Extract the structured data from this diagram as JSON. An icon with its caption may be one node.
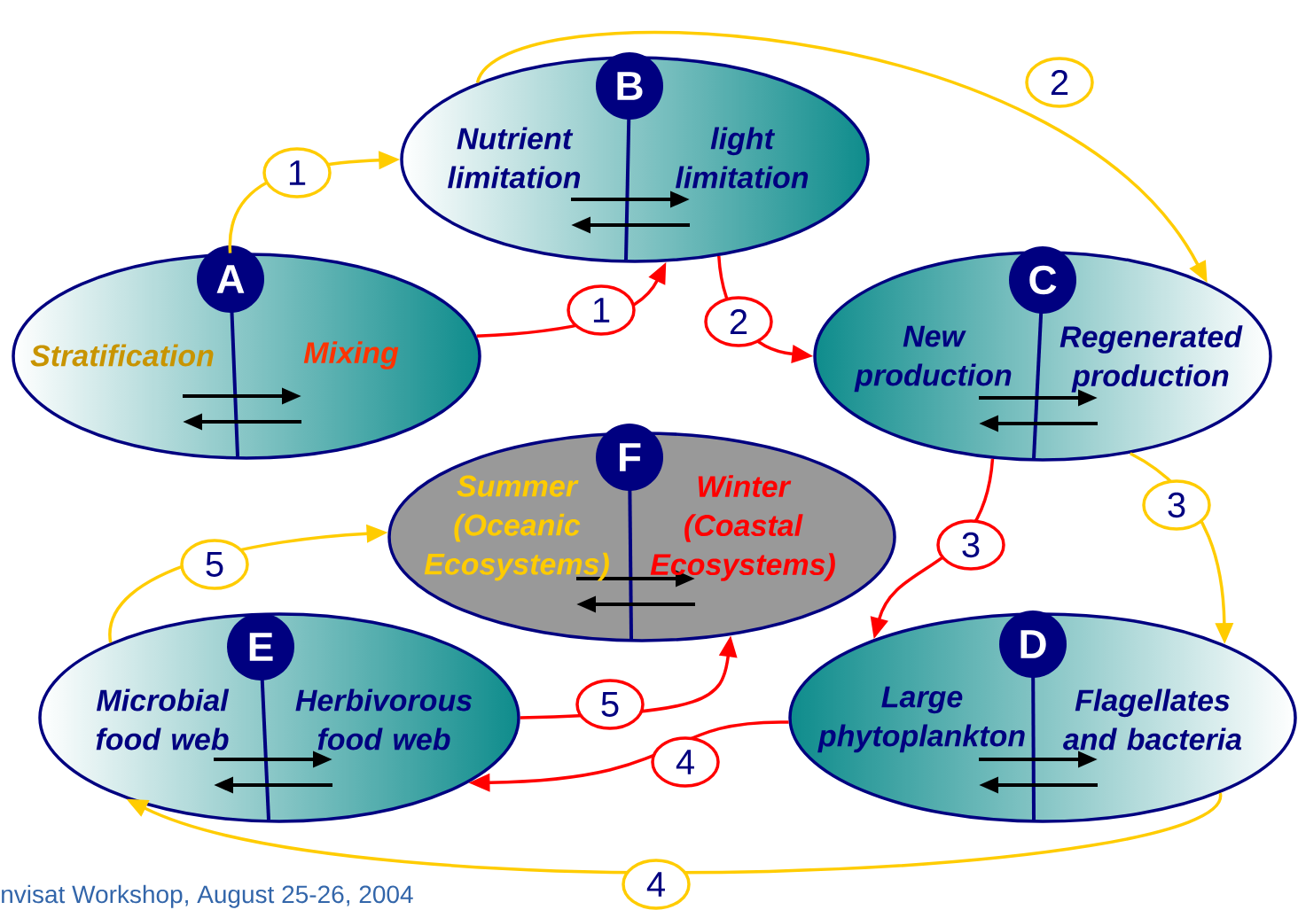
{
  "diagram": {
    "nodes": [
      {
        "text": [
          "B",
          "Nutrient limitation",
          "light limitation"
        ]
      },
      {
        "text": [
          "A",
          "Stratification",
          "Mixing"
        ]
      },
      {
        "text": [
          "C",
          "New production",
          "Regenerated production"
        ]
      },
      {
        "text": [
          "F",
          "Summer (Oceanic Ecosystems)",
          "Winter (Coastal Ecosystems)"
        ]
      },
      {
        "text": [
          "E",
          "Microbial food web",
          "Herbivorous food web"
        ]
      },
      {
        "text": [
          "D",
          "Large phytoplankton",
          "Flagellates and bacteria"
        ]
      }
    ],
    "edges": [
      {
        "from": 1,
        "to": 0,
        "arrow": "to",
        "label": "1",
        "color": "#ffcc00"
      },
      {
        "from": 1,
        "to": 0,
        "arrow": "to",
        "label": "1",
        "color": "#ff0000"
      },
      {
        "from": 0,
        "to": 2,
        "arrow": "to",
        "label": "2",
        "color": "#ffcc00"
      },
      {
        "from": 0,
        "to": 2,
        "arrow": "to",
        "label": "2",
        "color": "#ff0000"
      },
      {
        "from": 2,
        "to": 5,
        "arrow": "to",
        "label": "3",
        "color": "#ffcc00"
      },
      {
        "from": 2,
        "to": 5,
        "arrow": "to",
        "label": "3",
        "color": "#ff0000"
      },
      {
        "from": 5,
        "to": 4,
        "arrow": "to",
        "label": "4",
        "color": "#ff0000"
      },
      {
        "from": 5,
        "to": 4,
        "arrow": "to",
        "label": "4",
        "color": "#ffcc00"
      },
      {
        "from": 4,
        "to": 3,
        "arrow": "to",
        "label": "5",
        "color": "#ffcc00"
      },
      {
        "from": 4,
        "to": 3,
        "arrow": "to",
        "label": "5",
        "color": "#ff0000"
      }
    ],
    "labels": [
      "nvisat Workshop, August 25-26, 2004"
    ]
  }
}
